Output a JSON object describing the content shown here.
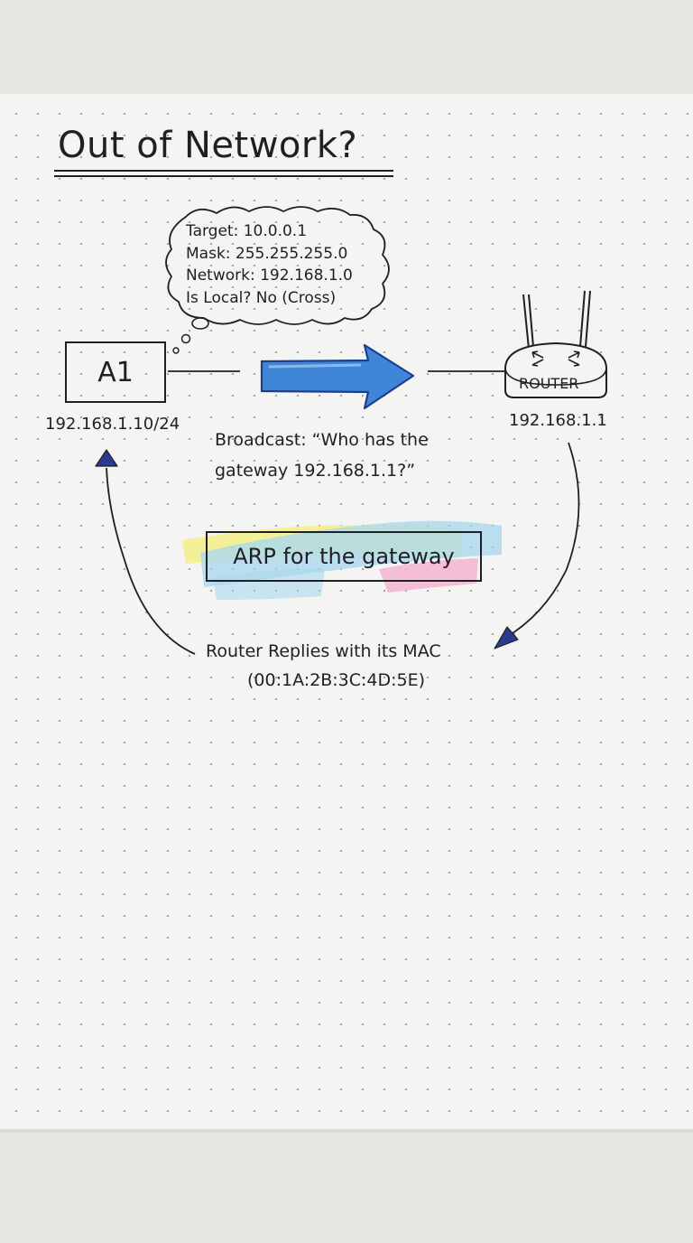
{
  "title": "Out of Network?",
  "thought_bubble": {
    "lines": [
      "Target: 10.0.0.1",
      "Mask: 255.255.255.0",
      "Network: 192.168.1.0",
      "Is Local? No (Cross)"
    ]
  },
  "host": {
    "name": "A1",
    "ip": "192.168.1.10/24"
  },
  "router": {
    "label": "ROUTER",
    "ip": "192.168.1.1"
  },
  "broadcast": {
    "line1": "Broadcast: “Who has the",
    "line2": "gateway 192.168.1.1?”"
  },
  "arp_label": "ARP for the gateway",
  "reply": {
    "line1": "Router Replies with its MAC",
    "line2": "(00:1A:2B:3C:4D:5E)"
  },
  "colors": {
    "ink": "#1f1f26",
    "arrow_fill": "#3f86d9",
    "arrow_stroke": "#1b3f8a",
    "arrowhead_fill": "#2a3a8f",
    "highlight_yellow": "#f4ef8a",
    "highlight_blue": "#9fd3ef",
    "highlight_pink": "#f4b6cf"
  },
  "icons": [
    "thought-cloud-icon",
    "router-icon",
    "arrow-right-icon",
    "arrowhead-up-icon",
    "arrowhead-icon"
  ]
}
